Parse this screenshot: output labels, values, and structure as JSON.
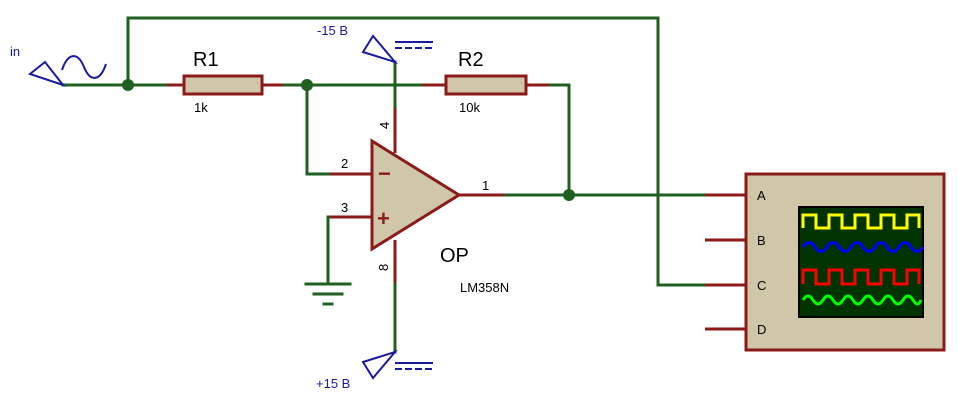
{
  "input": {
    "label": "in"
  },
  "r1": {
    "name": "R1",
    "value": "1k"
  },
  "r2": {
    "name": "R2",
    "value": "10k"
  },
  "opamp": {
    "name": "OP",
    "part": "LM358N",
    "pins": {
      "inv": "2",
      "noninv": "3",
      "out": "1",
      "vneg": "4",
      "vpos": "8"
    },
    "inv_sign": "−",
    "noninv_sign": "+"
  },
  "supply": {
    "neg_label": "-15 B",
    "pos_label": "+15 B"
  },
  "scope": {
    "channels": [
      "A",
      "B",
      "C",
      "D"
    ],
    "trace_colors": [
      "#ffff00",
      "#0000ff",
      "#ff0000",
      "#00ff00"
    ],
    "screen_color": "#003300"
  },
  "colors": {
    "wire": "#1f5f1f",
    "component": "#8b1a1a",
    "fill": "#cfc7a8",
    "terminal": "#1a1aa0"
  }
}
